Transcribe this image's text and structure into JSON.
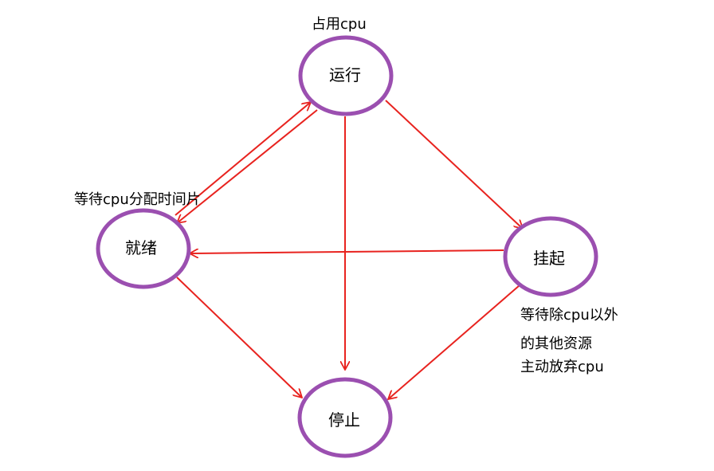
{
  "states": {
    "running": "运行",
    "ready": "就绪",
    "suspended": "挂起",
    "stopped": "停止"
  },
  "annotations": {
    "running_note": "占用cpu",
    "ready_note": "等待cpu分配时间片",
    "suspended_note_1": "等待除cpu以外",
    "suspended_note_2": "的其他资源",
    "suspended_note_3": "主动放弃cpu"
  },
  "colors": {
    "node_stroke": "#9b4fb0",
    "arrow": "#e8231f",
    "text": "#000000"
  }
}
